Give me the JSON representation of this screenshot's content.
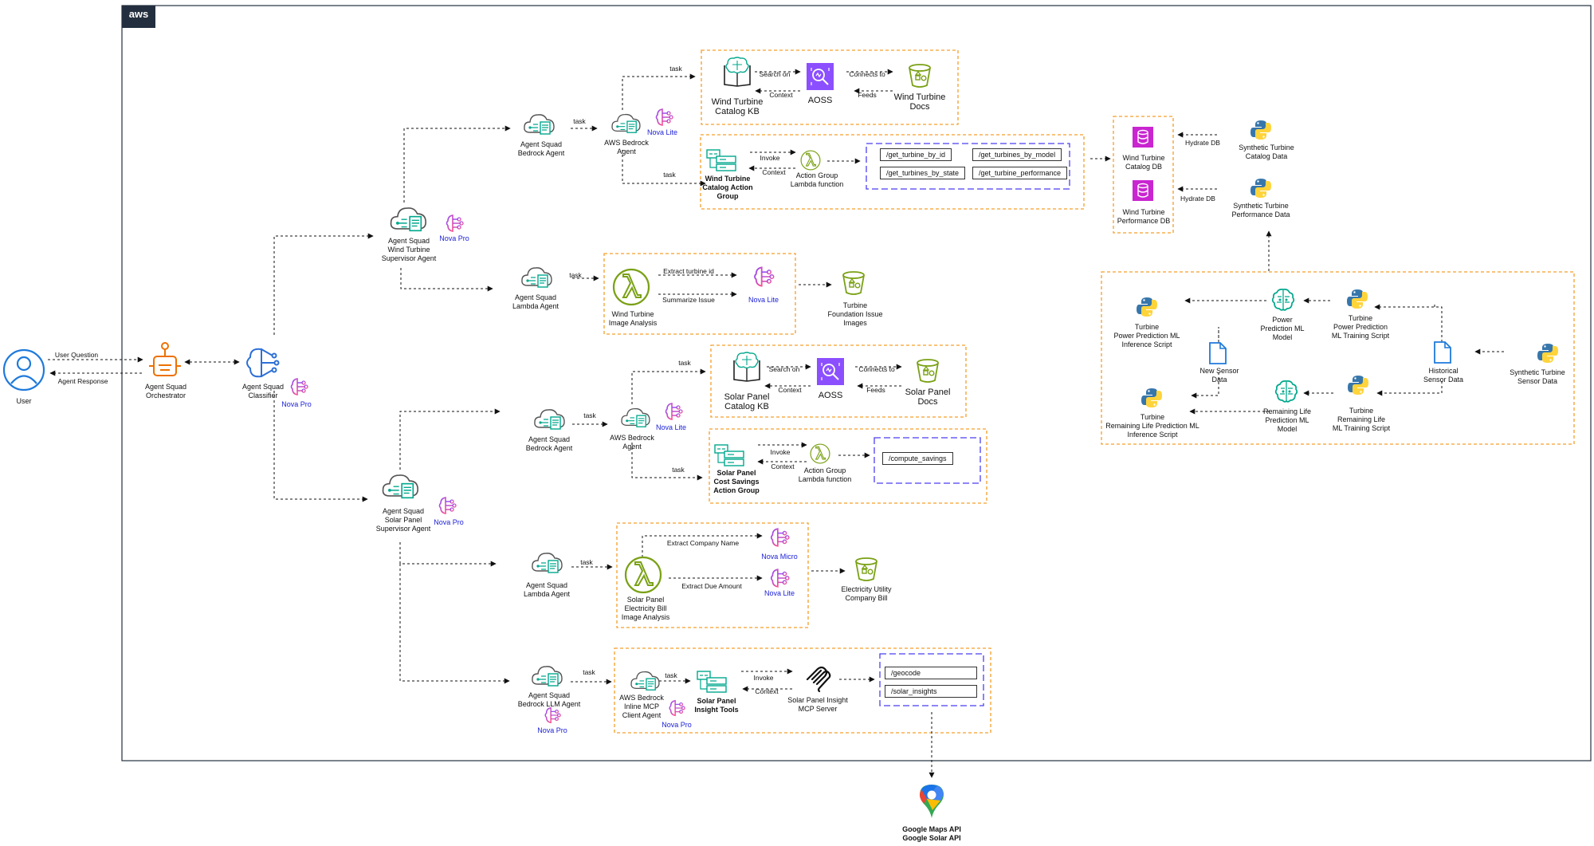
{
  "aws_badge": "aws",
  "user": {
    "label": "User",
    "question": "User Question",
    "response": "Agent Response"
  },
  "orchestrator": {
    "label": "Agent Squad\nOrchestrator"
  },
  "classifier": {
    "label": "Agent Squad\nClassifier",
    "model": "Nova Pro"
  },
  "wind_supervisor": {
    "label": "Agent Squad\nWind Turbine\nSupervisor Agent",
    "model": "Nova Pro"
  },
  "wind_bedrock_agent": {
    "label": "Agent Squad\nBedrock Agent",
    "task": "task"
  },
  "wind_aws_bedrock_agent": {
    "label": "AWS Bedrock\nAgent",
    "model": "Nova Lite",
    "task_top": "task",
    "task_bottom": "task"
  },
  "wind_kb": {
    "kb_label": "Wind Turbine\nCatalog KB",
    "search_on": "Search on",
    "context": "Context",
    "aoss": "AOSS",
    "connects_to": "Connects to",
    "feeds": "Feeds",
    "docs": "Wind Turbine\nDocs"
  },
  "wind_action": {
    "group_label": "Wind Turbine\nCatalog Action\nGroup",
    "invoke": "Invoke",
    "context": "Context",
    "lambda_label": "Action Group\nLambda function",
    "apis": [
      "/get_turbine_by_id",
      "/get_turbines_by_model",
      "/get_turbines_by_state",
      "/get_turbine_performance"
    ]
  },
  "wind_dbs": {
    "catalog_db": "Wind Turbine\nCatalog DB",
    "performance_db": "Wind Turbine\nPerformance DB",
    "hydrate1": "Hydrate DB",
    "hydrate2": "Hydrate DB",
    "synthetic_catalog": "Synthetic Turbine\nCatalog Data",
    "synthetic_performance": "Synthetic Turbine\nPerformance Data"
  },
  "wind_lambda_agent": {
    "label": "Agent Squad\nLambda Agent",
    "task": "task",
    "lambda_label": "Wind Turbine\nImage Analysis",
    "extract": "Extract turbine id",
    "summarize": "Summarize Issue",
    "model": "Nova Lite",
    "images": "Turbine\nFoundation Issue\nImages"
  },
  "ml": {
    "power_inference": "Turbine\nPower Prediction ML\nInference Script",
    "power_model": "Power\nPrediction ML\nModel",
    "power_training": "Turbine\nPower Prediction\nML Training Script",
    "new_sensor": "New Sensor\nData",
    "historical_sensor": "Historical\nSensor Data",
    "synthetic_sensor": "Synthetic Turbine\nSensor Data",
    "life_inference": "Turbine\nRemaining Life Prediction ML\nInference Script",
    "life_model": "Remaining Life\nPrediction ML\nModel",
    "life_training": "Turbine\nRemaining Life\nML Training Script"
  },
  "solar_supervisor": {
    "label": "Agent Squad\nSolar Panel\nSupervisor Agent",
    "model": "Nova Pro"
  },
  "solar_bedrock_agent": {
    "label": "Agent Squad\nBedrock Agent",
    "task": "task"
  },
  "solar_aws_bedrock_agent": {
    "label": "AWS Bedrock\nAgent",
    "model": "Nova Lite",
    "task_top": "task",
    "task_bottom": "task"
  },
  "solar_kb": {
    "kb_label": "Solar Panel\nCatalog KB",
    "search_on": "Search on",
    "context": "Context",
    "aoss": "AOSS",
    "connects_to": "Connects to",
    "feeds": "Feeds",
    "docs": "Solar Panel\nDocs"
  },
  "solar_action": {
    "group_label": "Solar Panel\nCost Savings\nAction Group",
    "invoke": "Invoke",
    "context": "Context",
    "lambda_label": "Action Group\nLambda function",
    "apis": [
      "/compute_savings"
    ]
  },
  "solar_lambda_agent": {
    "label": "Agent Squad\nLambda Agent",
    "task": "task",
    "lambda_label": "Solar Panel\nElectricity Bill\nImage Analysis",
    "extract_company": "Extract Company Name",
    "extract_due": "Extract Due Amount",
    "model_micro": "Nova Micro",
    "model_lite": "Nova Lite",
    "bill": "Electricity Utility\nCompany Bill"
  },
  "solar_llm_agent": {
    "label": "Agent Squad\nBedrock LLM Agent",
    "model": "Nova Pro",
    "task": "task",
    "inline_agent": "AWS Bedrock\nInline MCP\nClient Agent",
    "inline_model": "Nova Pro",
    "task2": "task",
    "tools": "Solar Panel\nInsight Tools",
    "invoke": "Invoke",
    "context": "Context",
    "mcp_server": "Solar Panel Insight\nMCP Server",
    "apis": [
      "/geocode",
      "/solar_insights"
    ]
  },
  "google": {
    "label": "Google Maps API\nGoogle Solar API"
  },
  "colors": {
    "orange": "#f59f2a",
    "purple": "#8c4fff",
    "green": "#7aa116",
    "teal": "#01a88d",
    "dashed_blue": "#4b3ff0",
    "nova": "#1d22d6"
  }
}
